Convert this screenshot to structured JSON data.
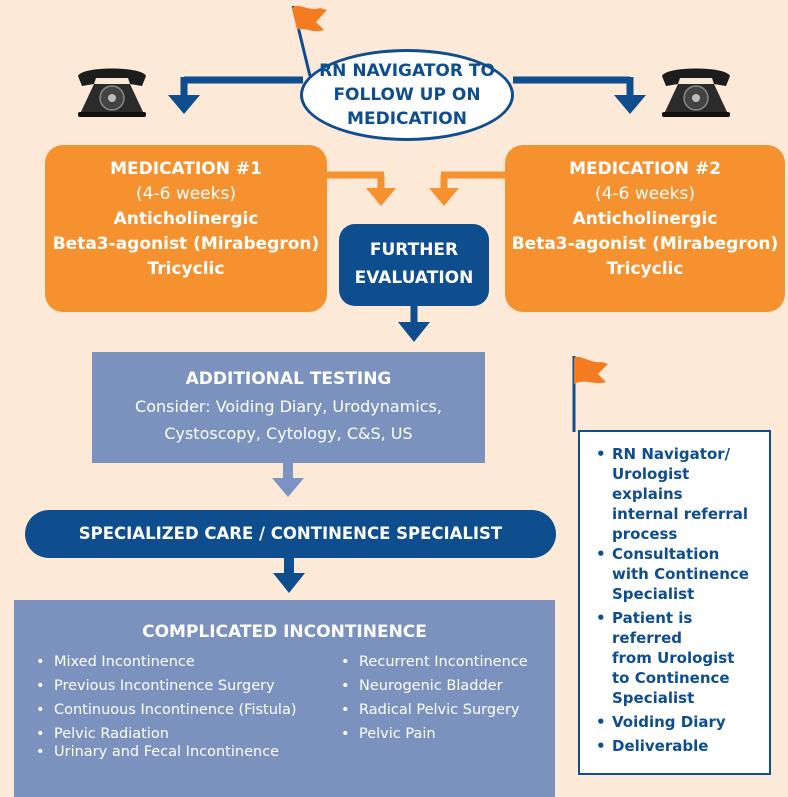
{
  "header": {
    "oval_lines": [
      "RN NAVIGATOR TO",
      "FOLLOW UP ON",
      "MEDICATION"
    ]
  },
  "medication_1": {
    "title": "MEDICATION #1",
    "duration": "(4-6 weeks)",
    "items": [
      "Anticholinergic",
      "Beta3-agonist (Mirabegron)",
      "Tricyclic"
    ]
  },
  "medication_2": {
    "title": "MEDICATION #2",
    "duration": "(4-6 weeks)",
    "items": [
      "Anticholinergic",
      "Beta3-agonist (Mirabegron)",
      "Tricyclic"
    ]
  },
  "further_evaluation": {
    "lines": [
      "FURTHER",
      "EVALUATION"
    ]
  },
  "additional_testing": {
    "title": "ADDITIONAL TESTING",
    "lines": [
      "Consider: Voiding Diary, Urodynamics,",
      "Cystoscopy, Cytology, C&S, US"
    ]
  },
  "specialized_care": {
    "label": "SPECIALIZED CARE / CONTINENCE SPECIALIST"
  },
  "complicated": {
    "title": "COMPLICATED INCONTINENCE",
    "left_items": [
      "Mixed Incontinence",
      "Previous Incontinence Surgery",
      "Continuous Incontinence (Fistula)",
      "Pelvic Radiation",
      "Urinary and Fecal Incontinence"
    ],
    "right_items": [
      "Recurrent Incontinence",
      "Neurogenic Bladder",
      "Radical Pelvic Surgery",
      "Pelvic Pain"
    ]
  },
  "side_panel": {
    "items": [
      [
        "RN Navigator/",
        "Urologist explains",
        "internal referral",
        "process"
      ],
      [
        "Consultation",
        "with Continence",
        "Specialist"
      ],
      [
        "Patient is referred",
        "from Urologist",
        "to Continence",
        "Specialist"
      ],
      [
        "Voiding Diary"
      ],
      [
        "Deliverable"
      ]
    ]
  },
  "colors": {
    "background": "#fce9d8",
    "navy": "#0e4d8e",
    "orange": "#f5912f",
    "steel_blue": "#7a92bd",
    "arrow_light": "#7d93c4"
  },
  "icons": [
    "flag-icon",
    "telephone-icon"
  ]
}
